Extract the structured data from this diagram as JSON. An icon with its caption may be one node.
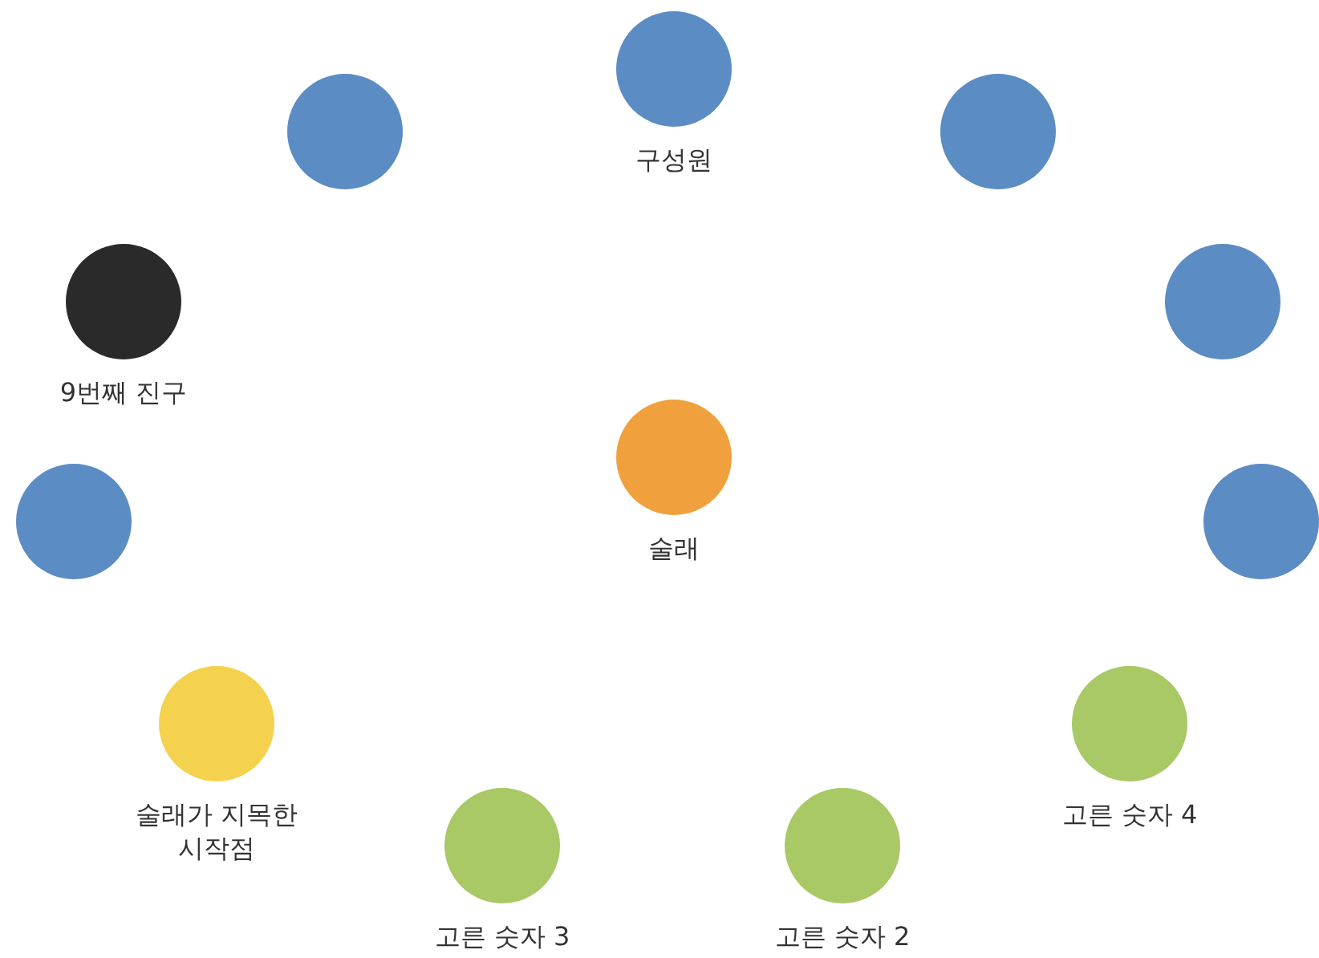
{
  "diagram": {
    "nodes": [
      {
        "text": [
          "구성원"
        ]
      },
      {
        "text": [],
        "shape": "circle"
      },
      {
        "text": [],
        "shape": "circle"
      },
      {
        "text": [
          "9번째 진구"
        ]
      },
      {
        "text": [],
        "shape": "circle"
      },
      {
        "text": [
          "술래"
        ]
      },
      {
        "text": [],
        "shape": "circle"
      },
      {
        "text": [],
        "shape": "circle"
      },
      {
        "text": [
          "술래가 지목한 시작점"
        ]
      },
      {
        "text": [
          "고른 숫자 4"
        ]
      },
      {
        "text": [
          "고른 숫자 3"
        ]
      },
      {
        "text": [
          "고른 숫자 2"
        ]
      }
    ]
  }
}
